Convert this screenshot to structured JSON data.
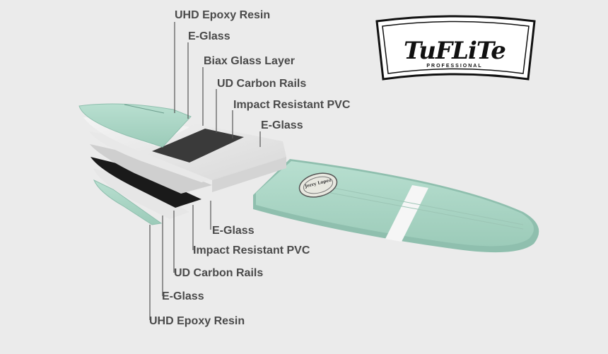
{
  "brand": {
    "logo_text": "TuFLiTe",
    "logo_subtext": "PROFESSIONAL",
    "accent_color": "#a8d3c2",
    "ink_color": "#111111"
  },
  "board": {
    "badge_text": "Jerry Lopez"
  },
  "labels_top": [
    "UHD Epoxy Resin",
    "E-Glass",
    "Biax Glass Layer",
    "UD Carbon Rails",
    "Impact Resistant PVC",
    "E-Glass"
  ],
  "labels_bottom": [
    "E-Glass",
    "Impact Resistant PVC",
    "UD Carbon Rails",
    "E-Glass",
    "UHD Epoxy Resin"
  ]
}
